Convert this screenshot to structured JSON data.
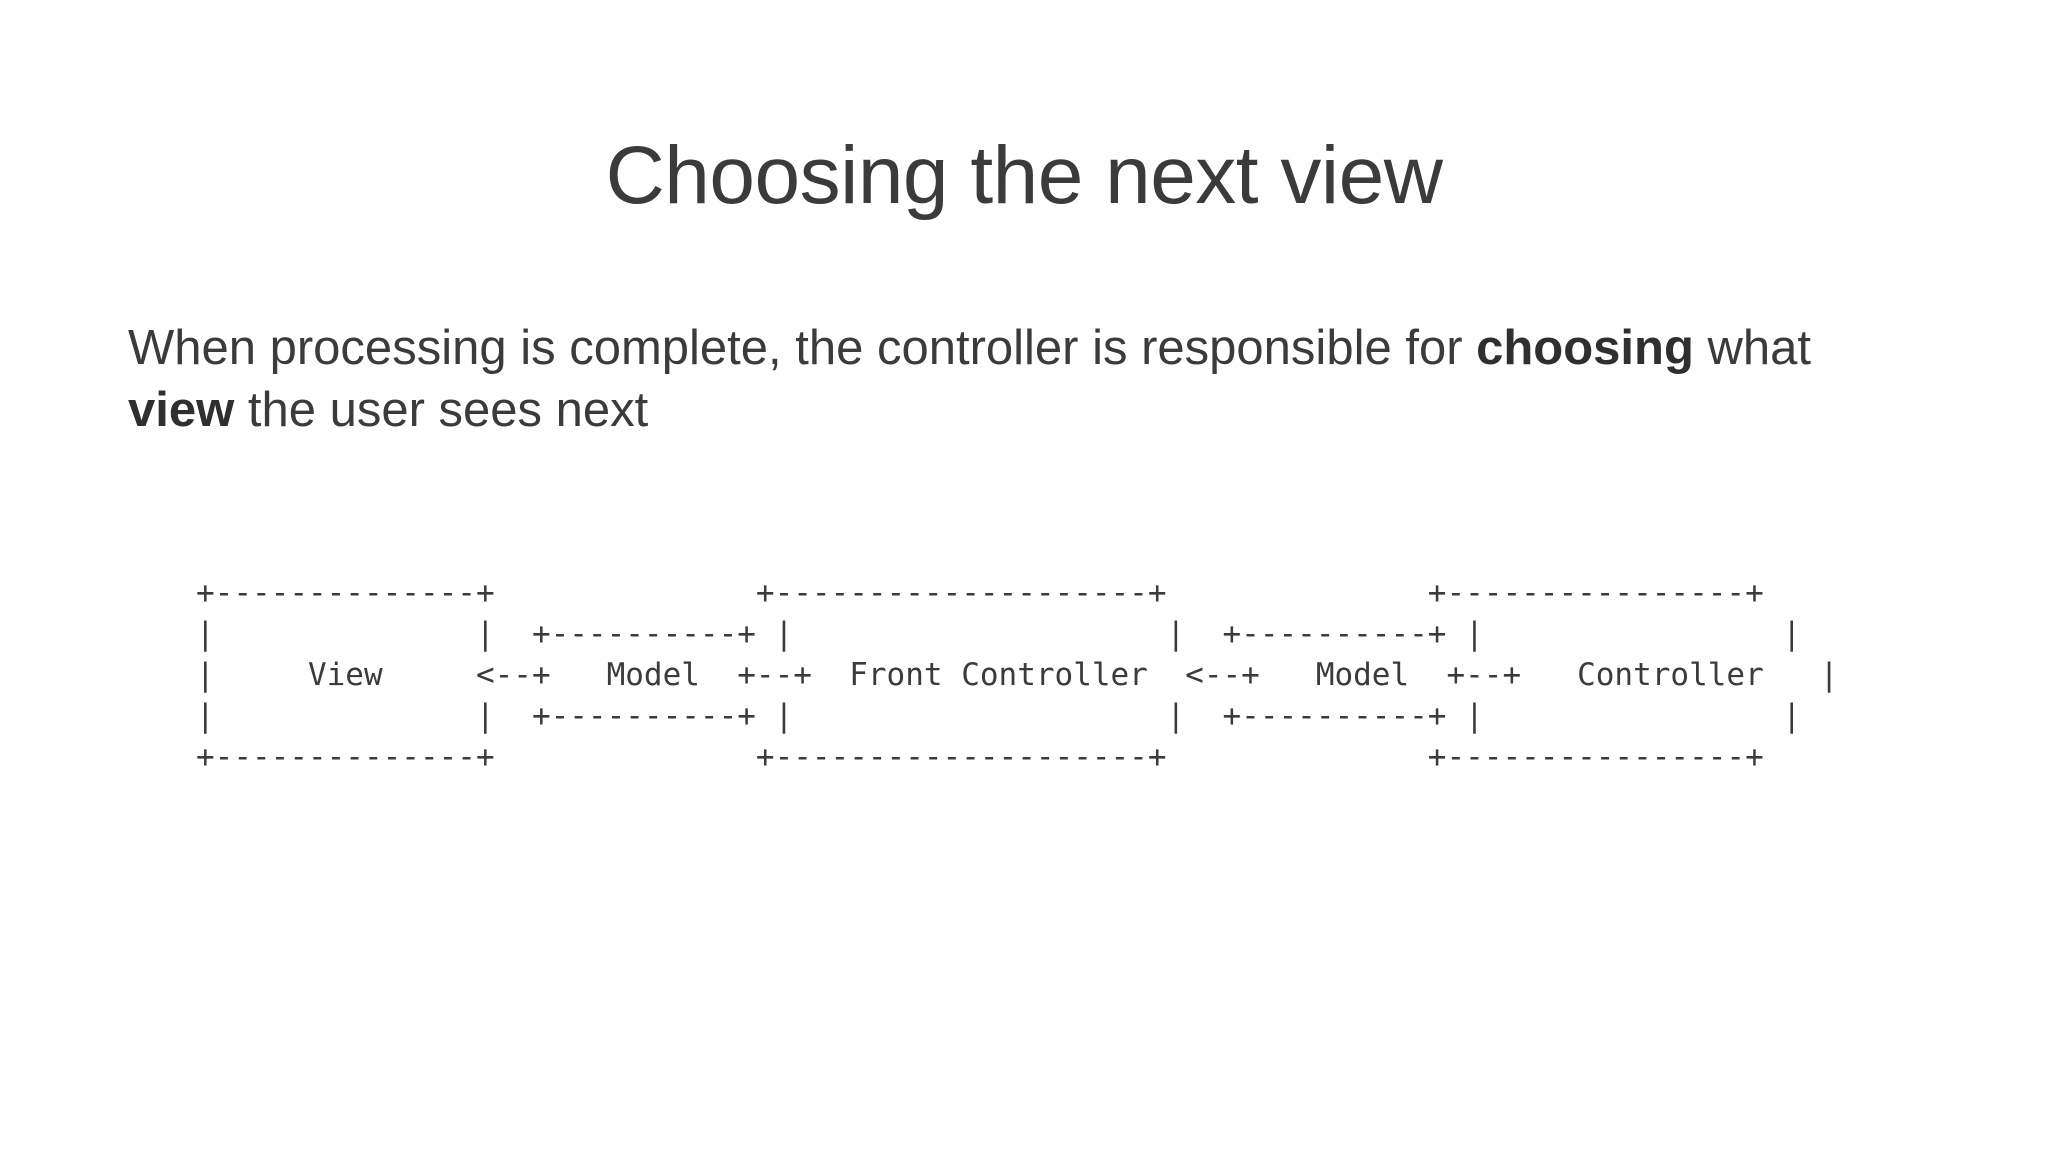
{
  "slide": {
    "title": "Choosing the next view",
    "body": {
      "segment_1": "When processing is complete, the controller is responsible for ",
      "bold_1": "choosing",
      "segment_2": " what ",
      "bold_2": "view",
      "segment_3": " the user sees next"
    },
    "colors": {
      "background": "#ffffff",
      "text": "#3b3b3b",
      "bold_text": "#2f2f2f"
    }
  },
  "diagram": {
    "type": "ascii-art",
    "description": "Front Controller pattern flow: Controller passes Model to Front Controller, which passes Model to View",
    "nodes": [
      "View",
      "Model",
      "Front Controller",
      "Model",
      "Controller"
    ],
    "lines": [
      "+--------------+              +--------------------+              +----------------+",
      "|              |  +----------+ |                    |  +----------+ |                |",
      "|     View     <--+   Model  +--+  Front Controller  <--+   Model  +--+   Controller   |",
      "|              |  +----------+ |                    |  +----------+ |                |",
      "+--------------+              +--------------------+              +----------------+"
    ]
  }
}
